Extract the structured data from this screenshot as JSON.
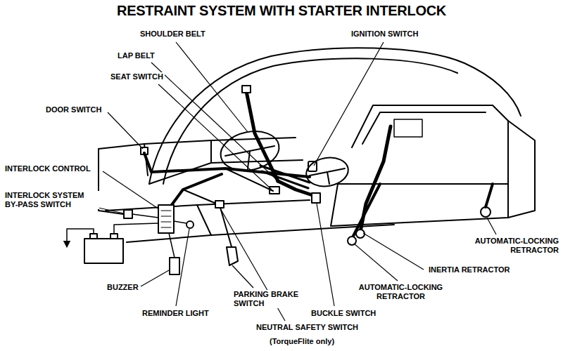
{
  "diagram": {
    "title": "RESTRAINT SYSTEM WITH STARTER INTERLOCK",
    "labels": [
      "SHOULDER BELT",
      "IGNITION SWITCH",
      "LAP BELT",
      "SEAT SWITCH",
      "DOOR SWITCH",
      "INTERLOCK CONTROL",
      "INTERLOCK SYSTEM BY-PASS SWITCH",
      "AUTOMATIC-LOCKING RETRACTOR",
      "INERTIA RETRACTOR",
      "AUTOMATIC-LOCKING RETRACTOR",
      "BUZZER",
      "REMINDER LIGHT",
      "PARKING BRAKE SWITCH",
      "BUCKLE SWITCH",
      "NEUTRAL SAFETY SWITCH",
      "(TorqueFlite only)"
    ]
  }
}
